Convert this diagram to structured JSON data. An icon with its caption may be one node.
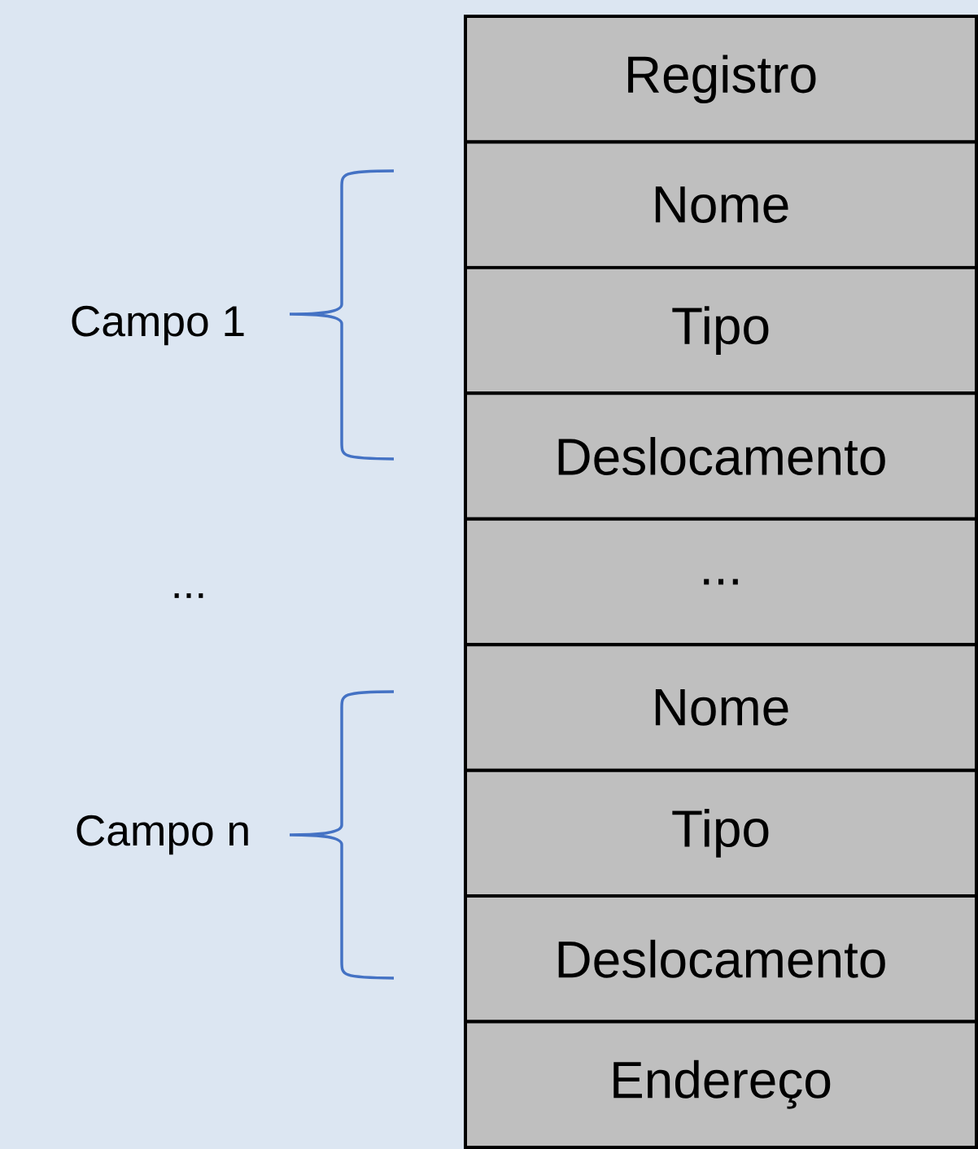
{
  "diagram": {
    "nodes": [
      {
        "text": [
          "Registro"
        ]
      },
      {
        "text": [
          "Nome"
        ]
      },
      {
        "text": [
          "Tipo"
        ]
      },
      {
        "text": [
          "Deslocamento"
        ]
      },
      {
        "text": [
          "..."
        ]
      },
      {
        "text": [
          "Nome"
        ]
      },
      {
        "text": [
          "Tipo"
        ]
      },
      {
        "text": [
          "Deslocamento"
        ]
      },
      {
        "text": [
          "Endereço"
        ]
      }
    ],
    "labels": [
      "Campo 1",
      "...",
      "Campo n"
    ]
  }
}
